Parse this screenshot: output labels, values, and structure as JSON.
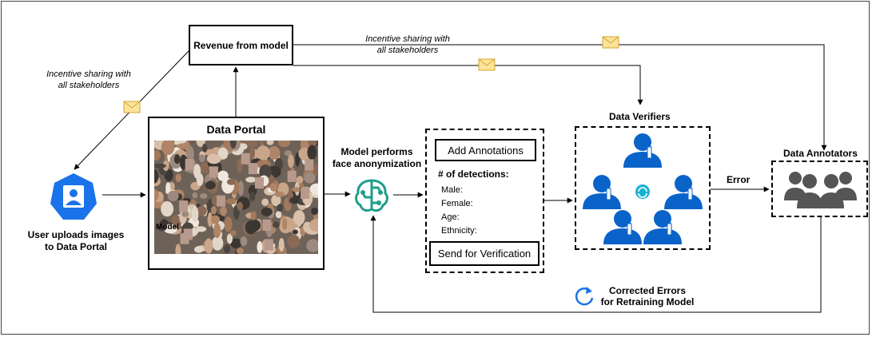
{
  "nodes": {
    "revenue": "Revenue from model",
    "data_portal": "Data Portal",
    "portal_overlay": "Model",
    "user_upload_line1": "User uploads images",
    "user_upload_line2": "to Data Portal",
    "model_line1": "Model performs",
    "model_line2": "face anonymization",
    "data_verifiers": "Data Verifiers",
    "data_annotators": "Data Annotators"
  },
  "annotation_panel": {
    "add_button": "Add Annotations",
    "detections_header": "# of detections:",
    "fields": [
      "Male:",
      "Female:",
      "Age:",
      "Ethnicity:"
    ],
    "send_button": "Send for Verification"
  },
  "edges": {
    "incentive_left_line1": "Incentive sharing with",
    "incentive_left_line2": "all stakeholders",
    "incentive_top_line1": "Incentive sharing with",
    "incentive_top_line2": "all stakeholders",
    "error": "Error",
    "corrected_line1": "Corrected Errors",
    "corrected_line2": "for Retraining Model"
  },
  "colors": {
    "blue": "#0a63c9",
    "teal": "#1f9e8b",
    "gray": "#555555",
    "envelope_fill": "#fbe49a",
    "envelope_stroke": "#d6a531"
  },
  "icons": [
    "user-upload-icon",
    "model-brain-icon",
    "verifier-person-icon",
    "sync-icon",
    "annotator-group-icon",
    "envelope-icon",
    "refresh-icon"
  ]
}
